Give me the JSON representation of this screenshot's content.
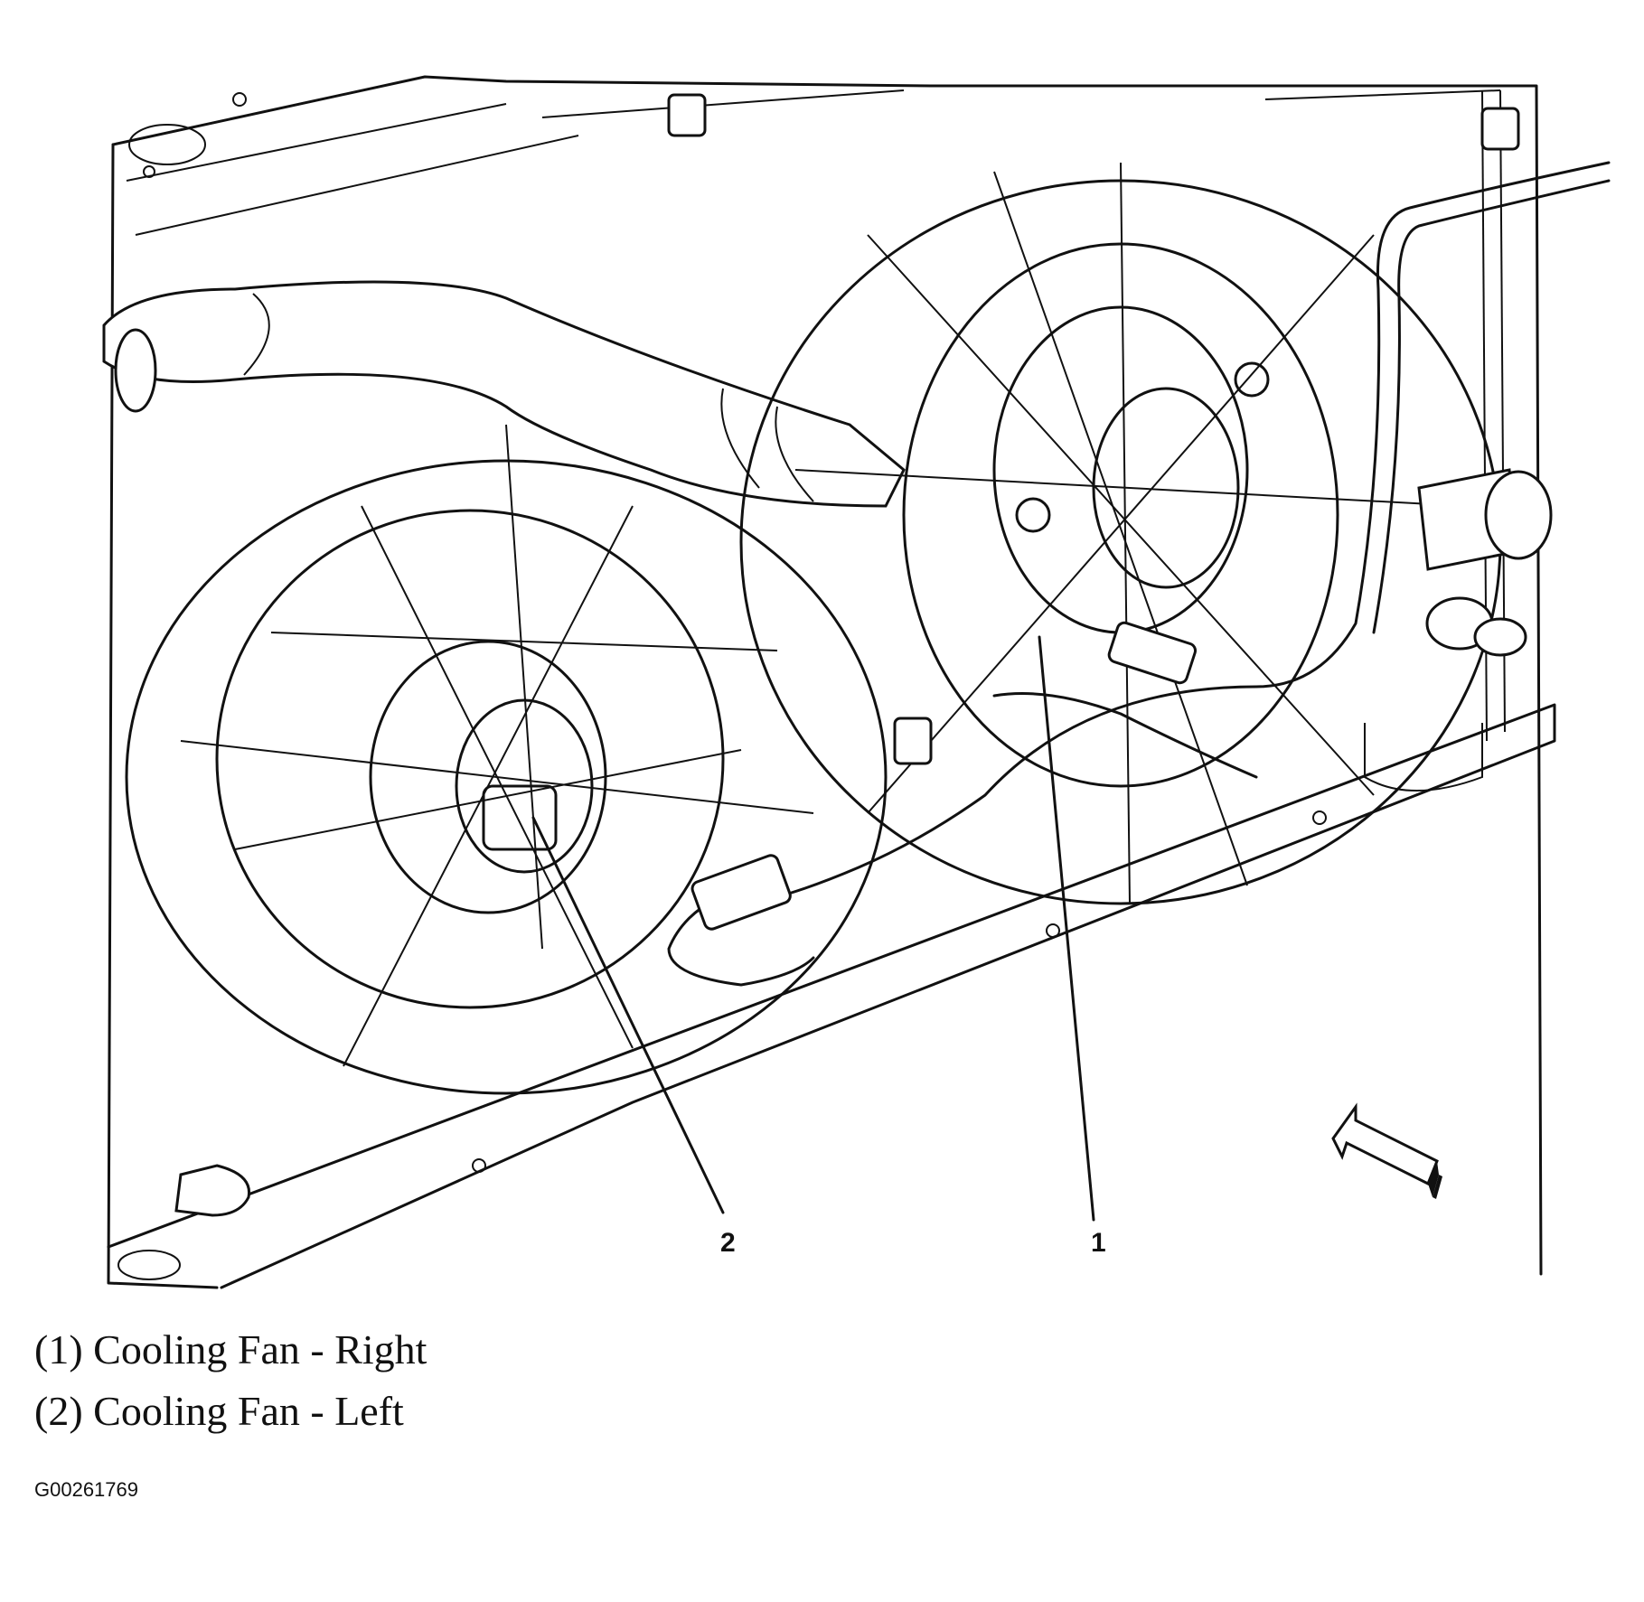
{
  "callouts": [
    {
      "number": "1"
    },
    {
      "number": "2"
    }
  ],
  "legend": [
    {
      "text": "(1) Cooling Fan - Right"
    },
    {
      "text": "(2) Cooling Fan - Left"
    }
  ],
  "figure_id": "G00261769"
}
